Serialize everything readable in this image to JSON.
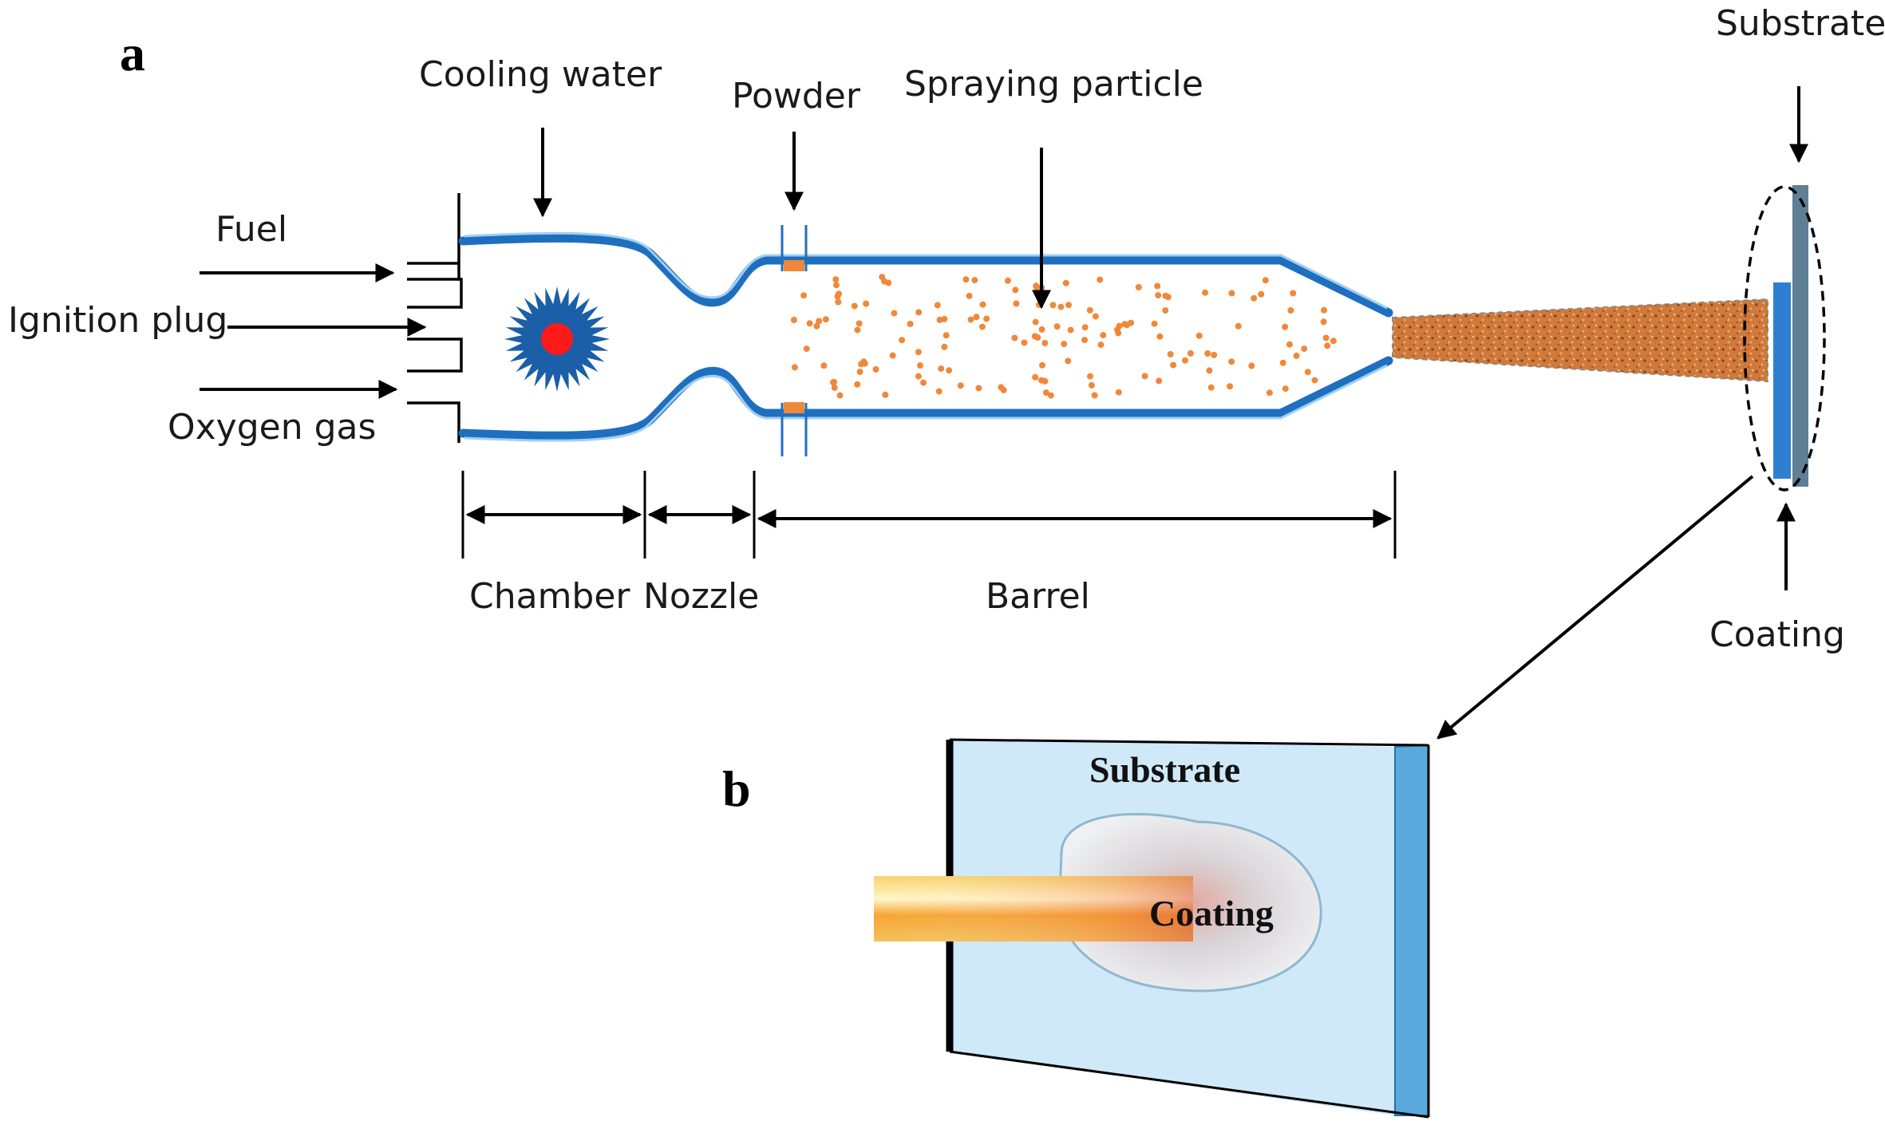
{
  "panels": {
    "a": "a",
    "b": "b"
  },
  "labels": {
    "fuel": "Fuel",
    "ignition_plug": "Ignition plug",
    "oxygen_gas": "Oxygen gas",
    "cooling_water": "Cooling water",
    "powder": "Powder",
    "spraying_particle": "Spraying particle",
    "substrate_top": "Substrate",
    "coating_side": "Coating",
    "chamber": "Chamber",
    "nozzle": "Nozzle",
    "barrel": "Barrel",
    "substrate_b": "Substrate",
    "coating_b": "Coating"
  },
  "colors": {
    "pipe_wall": "#1f6fbf",
    "particles": "#f0883a",
    "flame_core": "#ff1a1a",
    "flame_star": "#1a5fa8",
    "spray_cone": "#c86a2c",
    "substrate_plate": "#cfe9f8",
    "substrate_edge": "#5aa9dc"
  }
}
